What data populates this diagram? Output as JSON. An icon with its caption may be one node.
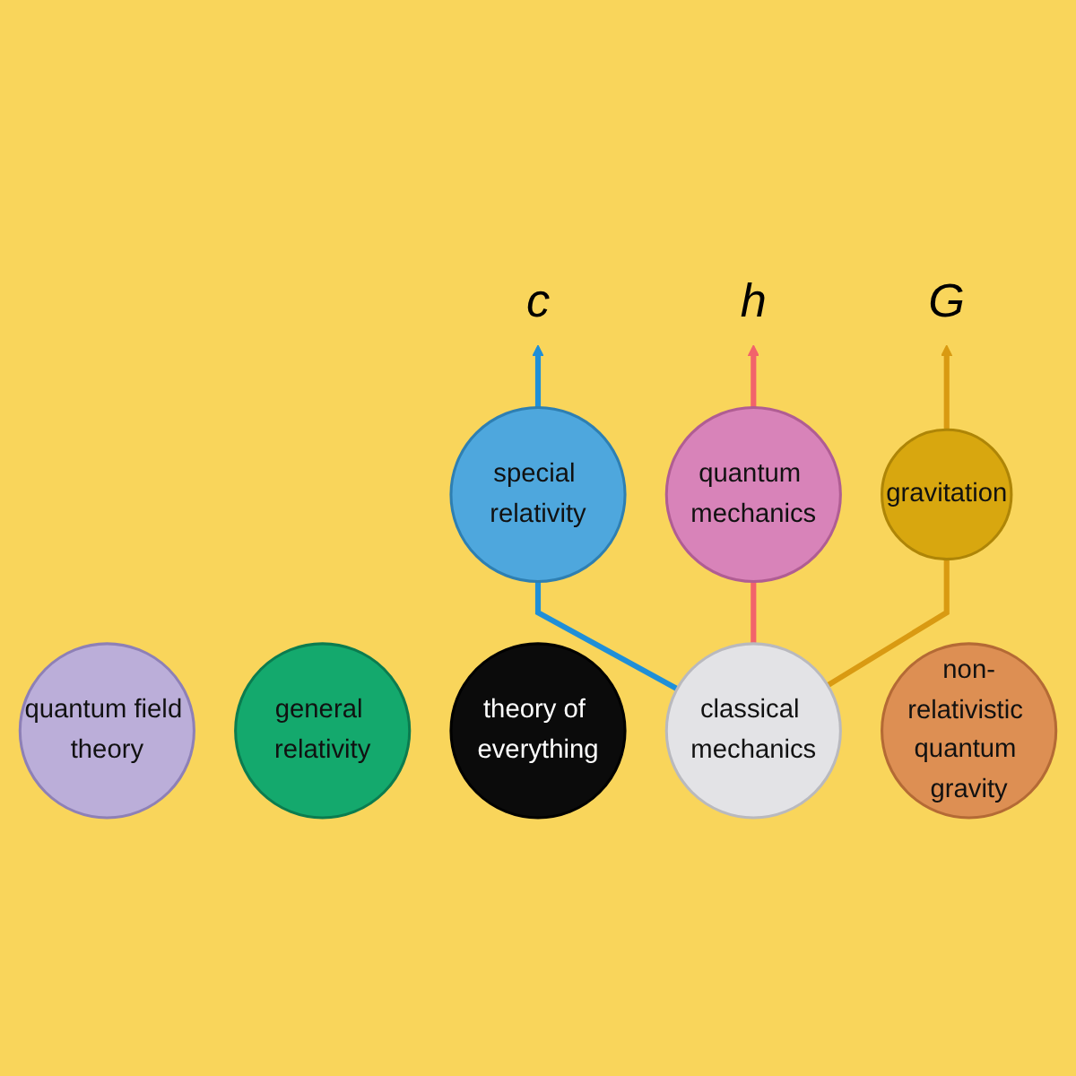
{
  "diagram": {
    "nodes": [
      {
        "text": [
          "c"
        ]
      },
      {
        "text": [
          "special relativity"
        ]
      },
      {
        "text": [
          "quantum field theory"
        ]
      },
      {
        "text": [
          "general relativity"
        ]
      },
      {
        "text": [
          "theory of everything"
        ]
      },
      {
        "text": [
          "classical mechanics"
        ]
      },
      {
        "text": [
          "quantum mechanics"
        ]
      },
      {
        "text": [
          "h"
        ]
      },
      {
        "text": [
          "gravitation"
        ]
      },
      {
        "text": [
          "non-relativistic quantum gravity"
        ]
      },
      {
        "text": [
          "G"
        ]
      }
    ],
    "edges": [
      {
        "from": 5,
        "to": 1,
        "arrow": "none",
        "color": "#1f8fd8"
      },
      {
        "from": 1,
        "to": 0,
        "arrow": "to",
        "color": "#1f8fd8"
      },
      {
        "from": 5,
        "to": 6,
        "arrow": "none",
        "color": "#f2636b"
      },
      {
        "from": 6,
        "to": 7,
        "arrow": "to",
        "color": "#f2636b"
      },
      {
        "from": 5,
        "to": 8,
        "arrow": "none",
        "color": "#d99a12"
      },
      {
        "from": 8,
        "to": 10,
        "arrow": "to",
        "color": "#d99a12"
      }
    ]
  }
}
